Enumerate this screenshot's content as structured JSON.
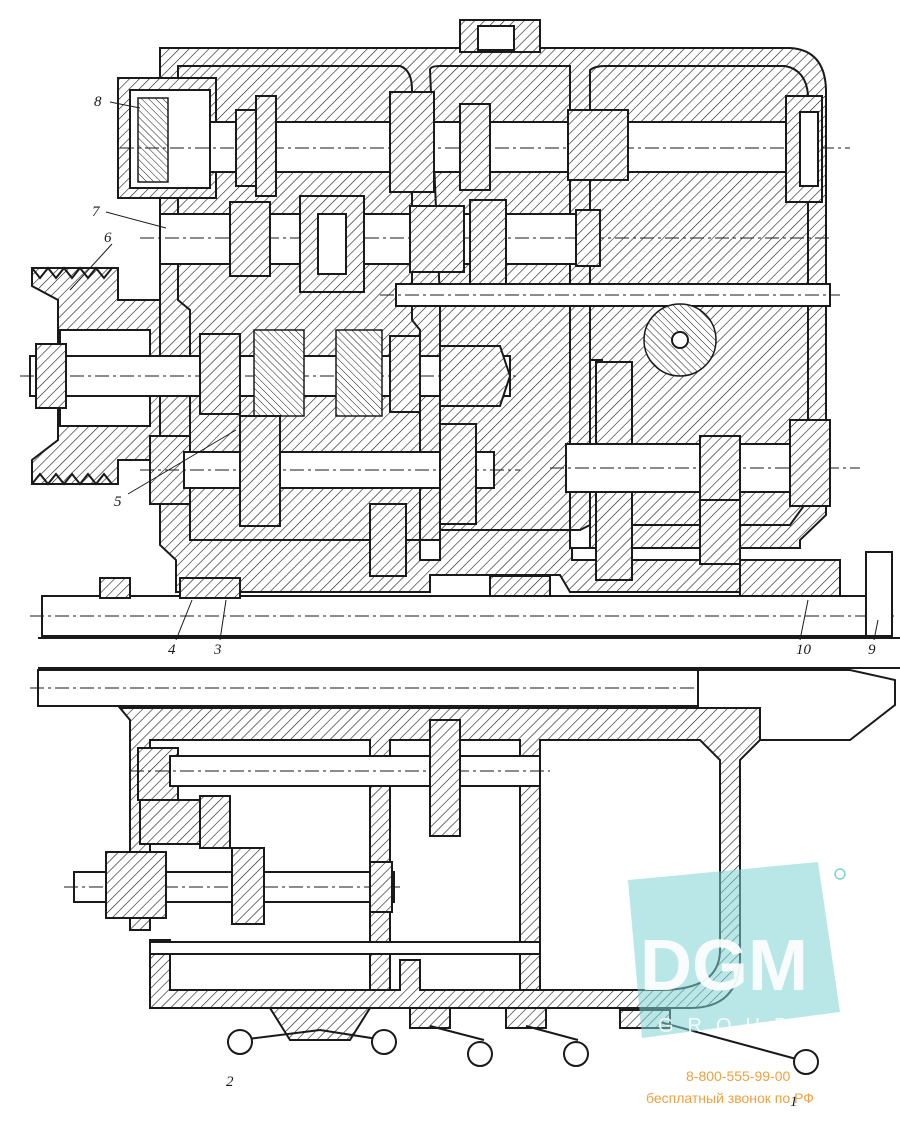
{
  "callouts": {
    "c1": "1",
    "c2": "2",
    "c3": "3",
    "c4": "4",
    "c5": "5",
    "c6": "6",
    "c7": "7",
    "c8": "8",
    "c9": "9",
    "c10": "10"
  },
  "watermark": {
    "logo_text": "DGM",
    "logo_sub": "GROUP",
    "phone": "8-800-555-99-00",
    "tagline": "бесплатный звонок по РФ",
    "accent_color": "#f0a040",
    "logo_color": "#7fd4d4"
  }
}
